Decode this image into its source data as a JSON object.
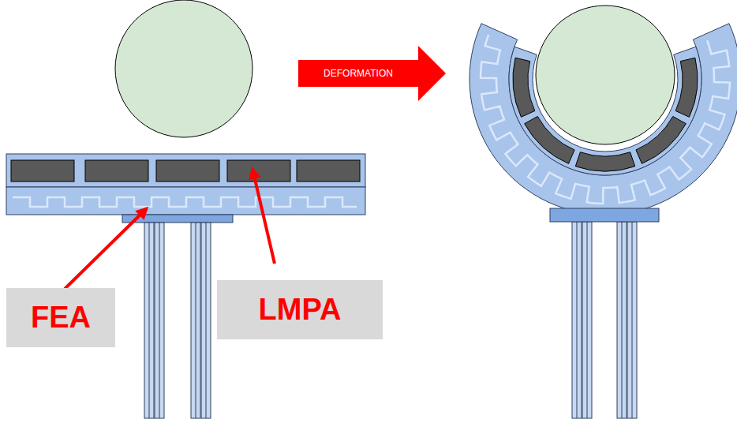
{
  "diagram": {
    "nodes": [
      {
        "text": [
          "DEFORMATION"
        ]
      },
      {
        "text": [
          "FEA"
        ]
      },
      {
        "text": [
          "LMPA"
        ]
      }
    ]
  }
}
